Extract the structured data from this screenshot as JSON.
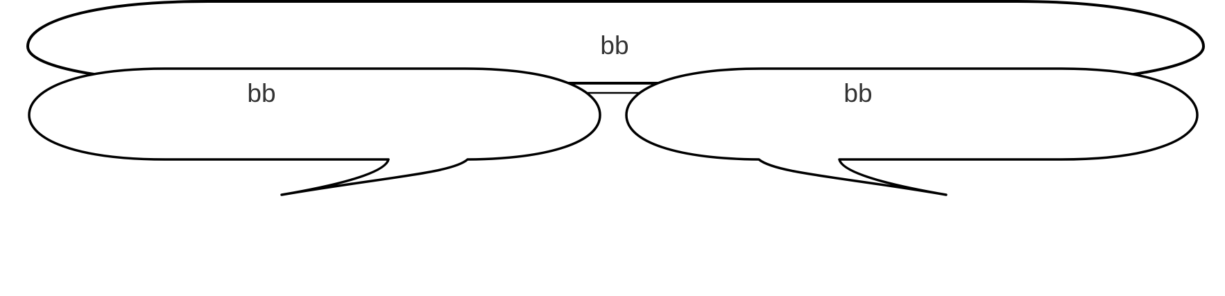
{
  "diagram": {
    "bubbles": [
      {
        "id": "top",
        "label": "bb"
      },
      {
        "id": "left",
        "label": "bb"
      },
      {
        "id": "right",
        "label": "bb"
      }
    ]
  }
}
